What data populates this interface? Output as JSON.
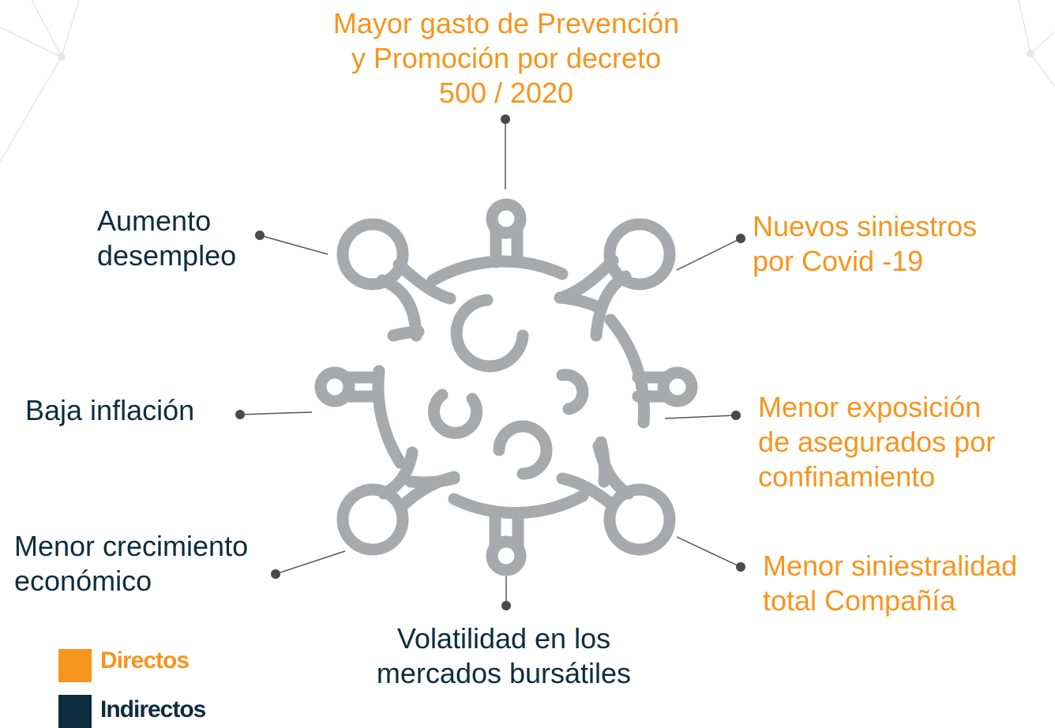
{
  "colors": {
    "directos": "#f7941d",
    "indirectos": "#0d2d3f",
    "virus": "#a7a9ac",
    "connector": "#555555",
    "dot": "#4a4a4a"
  },
  "labels": {
    "top": "Mayor gasto de Prevención\ny Promoción por decreto\n500 / 2020",
    "top_left": "Aumento\ndesempleo",
    "top_right": "Nuevos siniestros\npor Covid -19",
    "left": "Baja inflación",
    "right": "Menor exposición\nde asegurados por\nconfinamiento",
    "bottom_left": "Menor crecimiento\neconómico",
    "bottom_right": "Menor siniestralidad\ntotal Compañía",
    "bottom": "Volatilidad en los\nmercados bursátiles"
  },
  "legend": {
    "directos": "Directos",
    "indirectos": "Indirectos"
  },
  "icons": {
    "virus": "virus-icon"
  }
}
